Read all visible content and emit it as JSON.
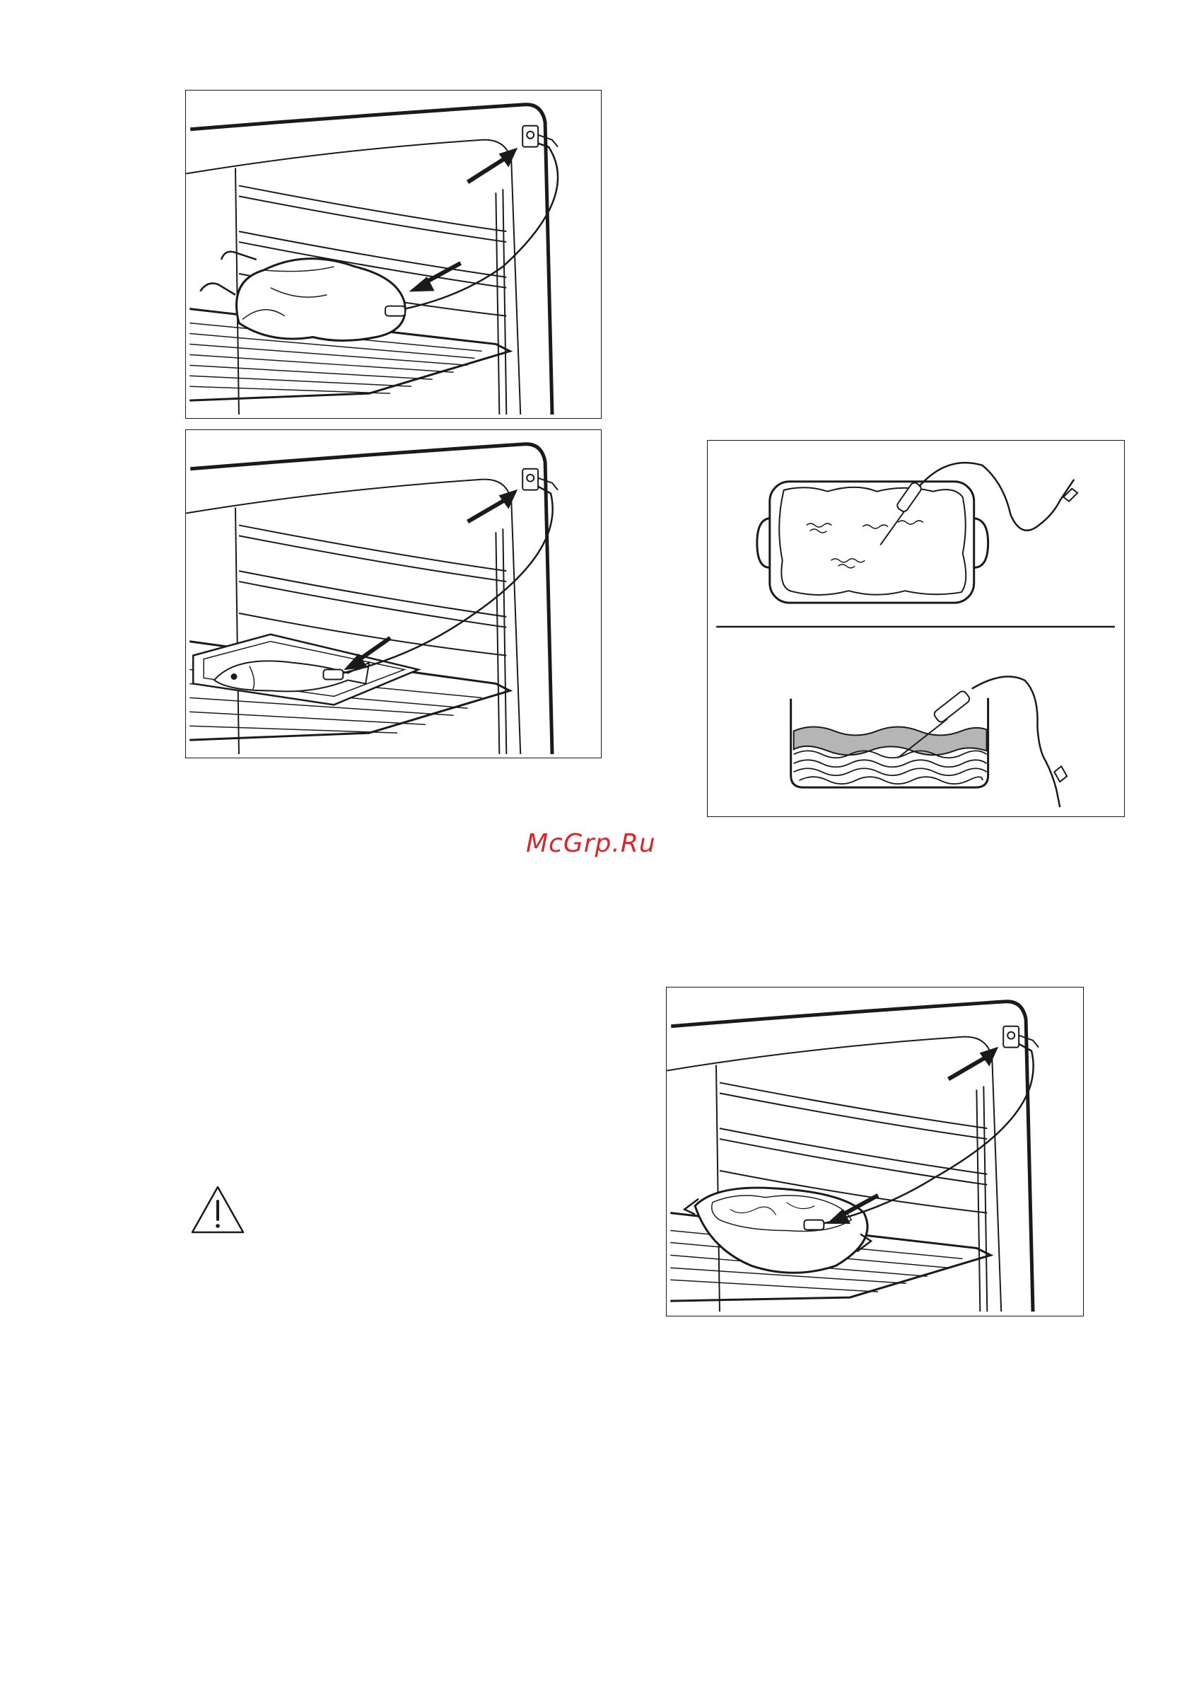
{
  "watermark": {
    "text": "McGrp.Ru",
    "color": "#d9262a"
  },
  "figures": [
    {
      "id": "fig-chicken",
      "subject": "chicken"
    },
    {
      "id": "fig-fish",
      "subject": "fish"
    },
    {
      "id": "fig-casserole",
      "subject": "casserole-and-pot"
    },
    {
      "id": "fig-dish",
      "subject": "deep-dish"
    }
  ],
  "icons": {
    "warning": "warning-triangle-icon"
  }
}
